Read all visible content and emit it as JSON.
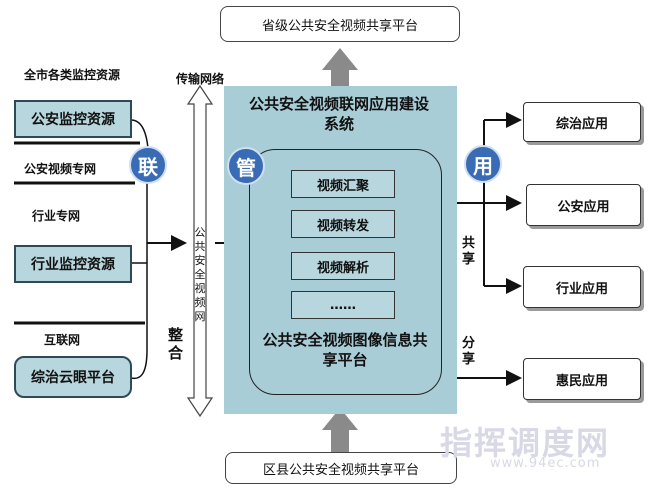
{
  "top_platform": "省级公共安全视频共享平台",
  "bottom_platform": "区县公共安全视频共享平台",
  "left": {
    "resources_heading": "全市各类监控资源",
    "police_resource": "公安监控资源",
    "police_network": "公安视频专网",
    "industry_network": "行业专网",
    "industry_resource": "行业监控资源",
    "internet": "互联网",
    "cloud_platform": "综治云眼平台"
  },
  "transport_label": "传输网络",
  "network_label": "公共安全视频网",
  "integrate_label": "整合",
  "center": {
    "title": "公共安全视频联网应用建设系统",
    "functions": [
      "视频汇聚",
      "视频转发",
      "视频解析",
      "……"
    ],
    "platform": "公共安全视频图像信息共享平台"
  },
  "circles": {
    "link": "联",
    "manage": "管",
    "use": "用"
  },
  "share_labels": {
    "share": "共享",
    "distribute": "分享"
  },
  "apps": [
    "综治应用",
    "公安应用",
    "行业应用",
    "惠民应用"
  ],
  "watermark": {
    "title": "指挥调度网",
    "url": "www.94ec.com"
  }
}
